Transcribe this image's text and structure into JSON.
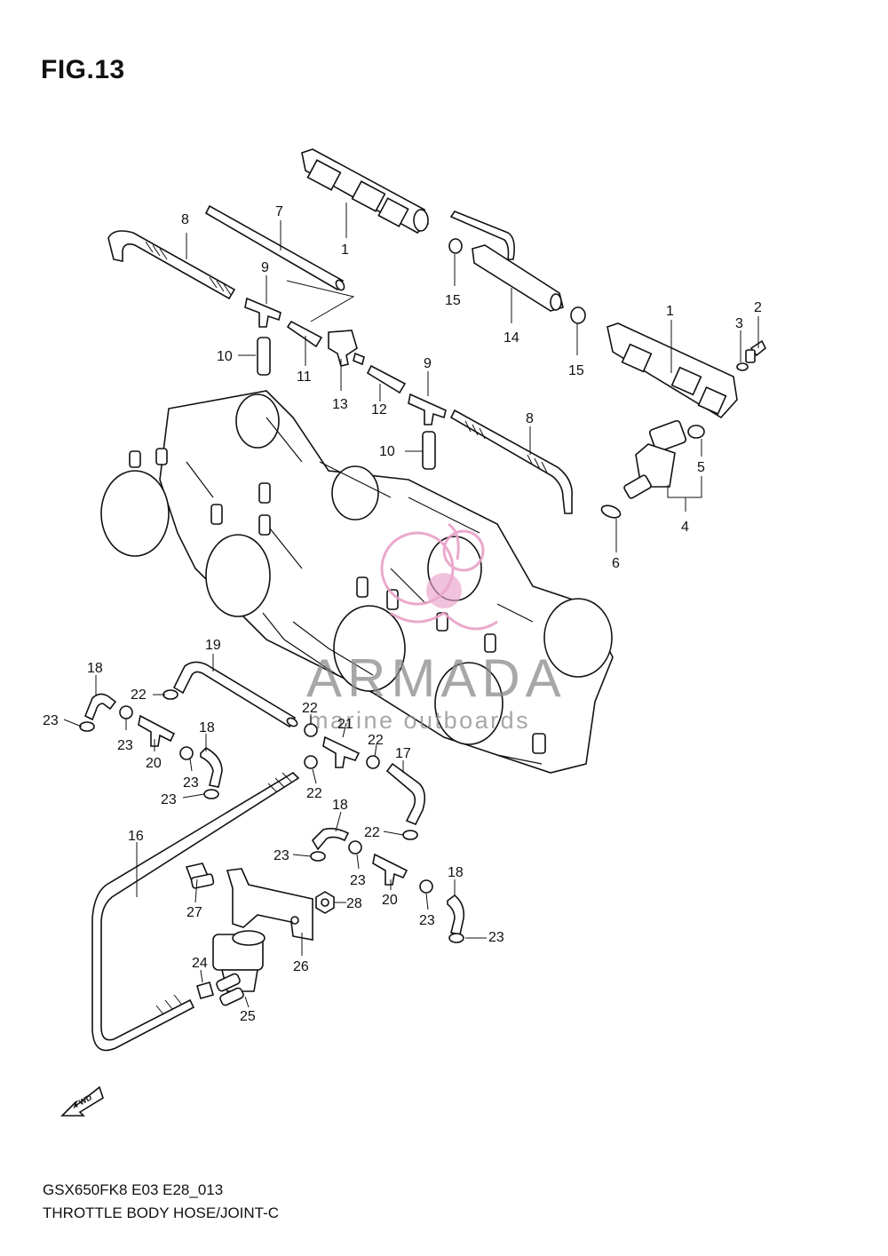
{
  "figure": {
    "title": "FIG.13",
    "model_code": "GSX650FK8 E03 E28_013",
    "caption": "THROTTLE BODY HOSE/JOINT-C"
  },
  "watermark": {
    "brand": "ARMADA",
    "tagline": "marine outboards",
    "logo_color": "#e8a0c8",
    "text_color": "#8a8a8a"
  },
  "direction_marker": {
    "label": "FWD"
  },
  "callouts": [
    "1",
    "1",
    "2",
    "3",
    "4",
    "5",
    "6",
    "7",
    "8",
    "8",
    "9",
    "9",
    "10",
    "10",
    "11",
    "12",
    "13",
    "14",
    "15",
    "15",
    "16",
    "17",
    "18",
    "18",
    "18",
    "18",
    "19",
    "20",
    "20",
    "21",
    "22",
    "22",
    "22",
    "22",
    "22",
    "23",
    "23",
    "23",
    "23",
    "23",
    "23",
    "23",
    "23",
    "24",
    "25",
    "26",
    "27",
    "28"
  ]
}
